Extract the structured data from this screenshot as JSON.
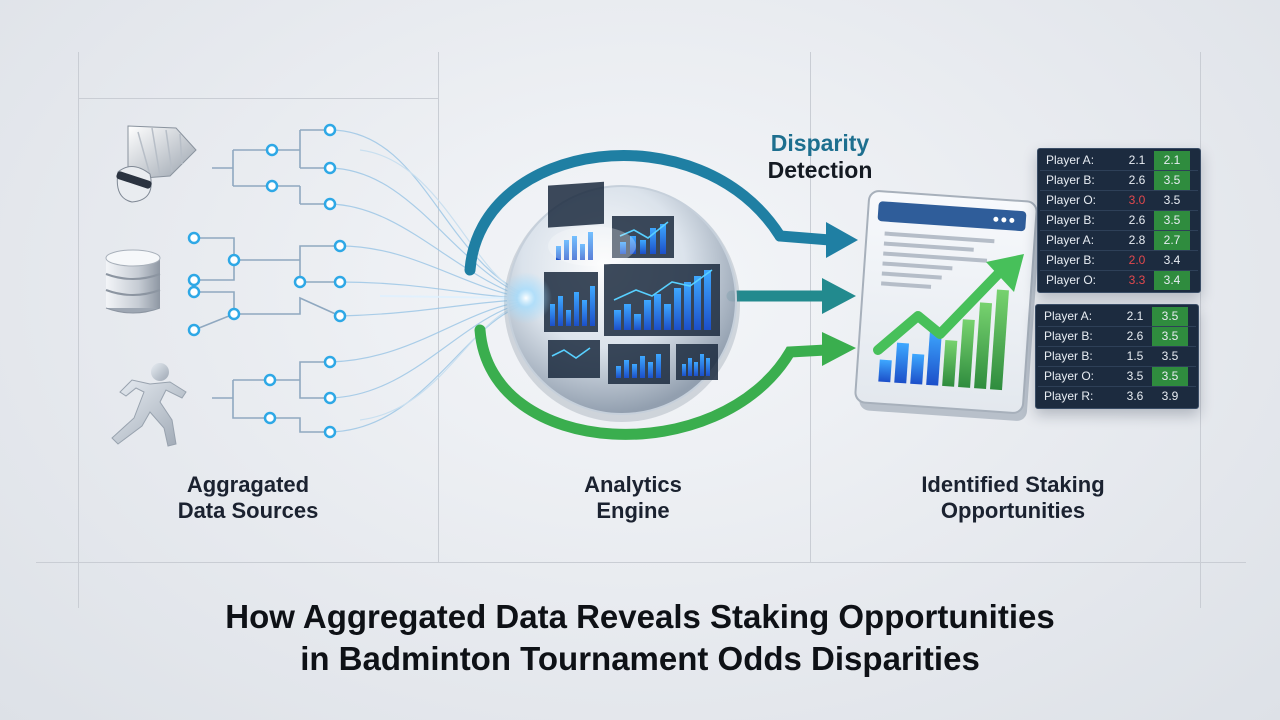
{
  "stages": {
    "sources_label": [
      "Aggragated",
      "Data Sources"
    ],
    "engine_label": [
      "Analytics",
      "Engine"
    ],
    "opportunities_label": [
      "Identified Staking",
      "Opportunities"
    ]
  },
  "disparity": {
    "line1": "Disparity",
    "line2": "Detection"
  },
  "title": {
    "line1": "How Aggregated Data Reveals Staking Opportunities",
    "line2": "in Badminton Tournament Odds Disparities"
  },
  "icons": {
    "source1": "shuttlecock-icon",
    "source2": "database-icon",
    "source3": "runner-icon"
  },
  "colors": {
    "arrow_top": "#1f7fa3",
    "arrow_mid": "#228a8e",
    "arrow_bottom": "#3aae4e",
    "node": "#2ea8e6",
    "panel": "#1c2b3f",
    "highlight": "#2f8c3e",
    "alert": "#e2484d"
  },
  "odds_table_1": [
    {
      "player": "Player A:",
      "v1": "2.1",
      "v2": "2.1",
      "v1_red": false,
      "v2_hl": true
    },
    {
      "player": "Player B:",
      "v1": "2.6",
      "v2": "3.5",
      "v1_red": false,
      "v2_hl": true
    },
    {
      "player": "Player O:",
      "v1": "3.0",
      "v2": "3.5",
      "v1_red": true,
      "v2_hl": false
    },
    {
      "player": "Player B:",
      "v1": "2.6",
      "v2": "3.5",
      "v1_red": false,
      "v2_hl": true
    },
    {
      "player": "Player A:",
      "v1": "2.8",
      "v2": "2.7",
      "v1_red": false,
      "v2_hl": true
    },
    {
      "player": "Player B:",
      "v1": "2.0",
      "v2": "3.4",
      "v1_red": true,
      "v2_hl": false
    },
    {
      "player": "Player O:",
      "v1": "3.3",
      "v2": "3.4",
      "v1_red": true,
      "v2_hl": true
    }
  ],
  "odds_table_2": [
    {
      "player": "Player A:",
      "v1": "2.1",
      "v2": "3.5",
      "v1_red": false,
      "v2_hl": true
    },
    {
      "player": "Player B:",
      "v1": "2.6",
      "v2": "3.5",
      "v1_red": false,
      "v2_hl": true
    },
    {
      "player": "Player B:",
      "v1": "1.5",
      "v2": "3.5",
      "v1_red": false,
      "v2_hl": false
    },
    {
      "player": "Player O:",
      "v1": "3.5",
      "v2": "3.5",
      "v1_red": false,
      "v2_hl": true
    },
    {
      "player": "Player R:",
      "v1": "3.6",
      "v2": "3.9",
      "v1_red": false,
      "v2_hl": false
    }
  ]
}
